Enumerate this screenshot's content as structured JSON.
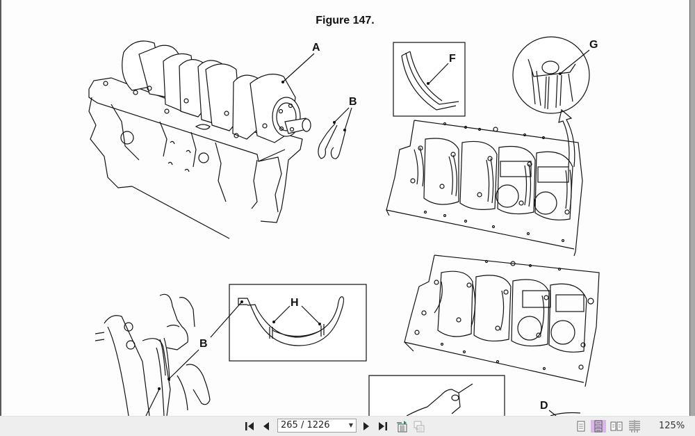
{
  "document": {
    "figure_title": "Figure 147.",
    "callouts": {
      "a": "A",
      "b_top": "B",
      "b_bottom": "B",
      "d": "D",
      "f": "F",
      "g": "G",
      "h": "H"
    }
  },
  "toolbar": {
    "first_page_icon": "first-page-icon",
    "prev_page_icon": "previous-page-icon",
    "page_indicator": "265 / 1226",
    "next_page_icon": "next-page-icon",
    "last_page_icon": "last-page-icon",
    "view_modes": [
      "single-page",
      "continuous",
      "facing",
      "continuous-facing"
    ],
    "active_view_mode": "continuous",
    "zoom_level": "125%"
  },
  "colors": {
    "toolbar_bg": "#eeeeee",
    "active_view_highlight": "#d8b8e8",
    "page_bg": "#fdfdfd"
  }
}
